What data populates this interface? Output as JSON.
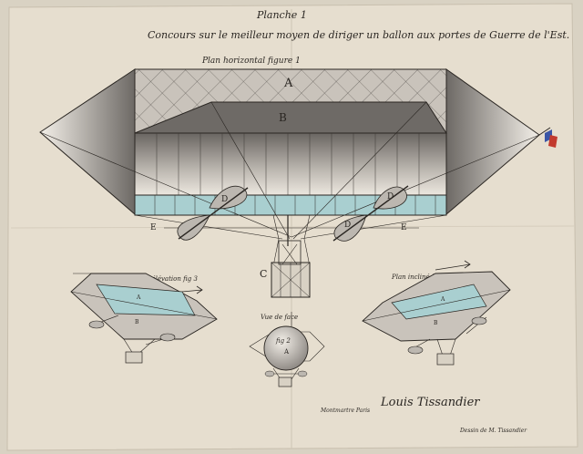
{
  "sheet": {
    "planche": "Planche 1",
    "title": "Concours sur le meilleur moyen de diriger un ballon aux portes de Guerre de l'Est.",
    "fig1_caption": "Plan horizontal   figure 1",
    "fig3_caption": "Plan incliné à l'élévation   fig 3",
    "fig4_caption": "Plan incliné à la descente   fig 4",
    "fig2_caption": "Vue de face",
    "fig2_label": "fig 2",
    "signature": "Louis Tissandier",
    "note_left": "Montmartre Paris",
    "note_right": "Dessin de M. Tissandier"
  },
  "labels": {
    "A": "A",
    "B": "B",
    "C": "C",
    "D": "D",
    "E": "E"
  },
  "colors": {
    "paper": "#e6decf",
    "ink": "#2a2622",
    "gas_dark": "#6e6a66",
    "gallery_blue": "#a9cfd0",
    "flag_blue": "#3a55a6",
    "flag_red": "#c23a2e"
  }
}
